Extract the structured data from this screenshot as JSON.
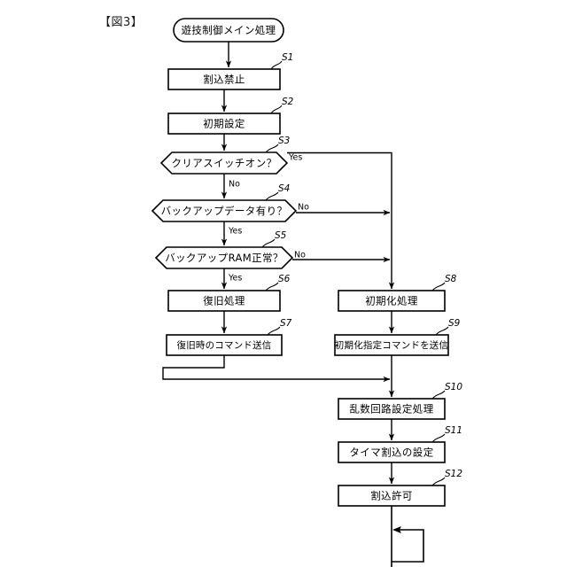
{
  "figure": {
    "label": "【図3】"
  },
  "flowchart": {
    "title": "遊技制御メイン処理",
    "nodes": [
      {
        "id": "start",
        "type": "terminator",
        "label": "遊技制御メイン処理",
        "step": ""
      },
      {
        "id": "s1",
        "type": "process",
        "label": "割込禁止",
        "step": "S1"
      },
      {
        "id": "s2",
        "type": "process",
        "label": "初期設定",
        "step": "S2"
      },
      {
        "id": "s3",
        "type": "decision",
        "label": "クリアスイッチオン？",
        "step": "S3"
      },
      {
        "id": "s4",
        "type": "decision",
        "label": "バックアップデータ有り？",
        "step": "S4"
      },
      {
        "id": "s5",
        "type": "decision",
        "label": "バックアップRAM正常？",
        "step": "S5"
      },
      {
        "id": "s6",
        "type": "process",
        "label": "復旧処理",
        "step": "S6"
      },
      {
        "id": "s7",
        "type": "process",
        "label": "復旧時のコマンド送信",
        "step": "S7"
      },
      {
        "id": "s8",
        "type": "process",
        "label": "初期化処理",
        "step": "S8"
      },
      {
        "id": "s9",
        "type": "process",
        "label": "初期化指定コマンドを送信",
        "step": "S9"
      },
      {
        "id": "s10",
        "type": "process",
        "label": "乱数回路設定処理",
        "step": "S10"
      },
      {
        "id": "s11",
        "type": "process",
        "label": "タイマ割込の設定",
        "step": "S11"
      },
      {
        "id": "s12",
        "type": "process",
        "label": "割込許可",
        "step": "S12"
      }
    ],
    "branch_labels": {
      "s3_yes": "Yes",
      "s3_no": "No",
      "s4_no": "No",
      "s4_yes": "Yes",
      "s5_no": "No",
      "s5_yes": "Yes"
    },
    "colors": {
      "stroke": "#000000",
      "fill": "#ffffff",
      "text": "#000000",
      "background": "#ffffff"
    }
  }
}
